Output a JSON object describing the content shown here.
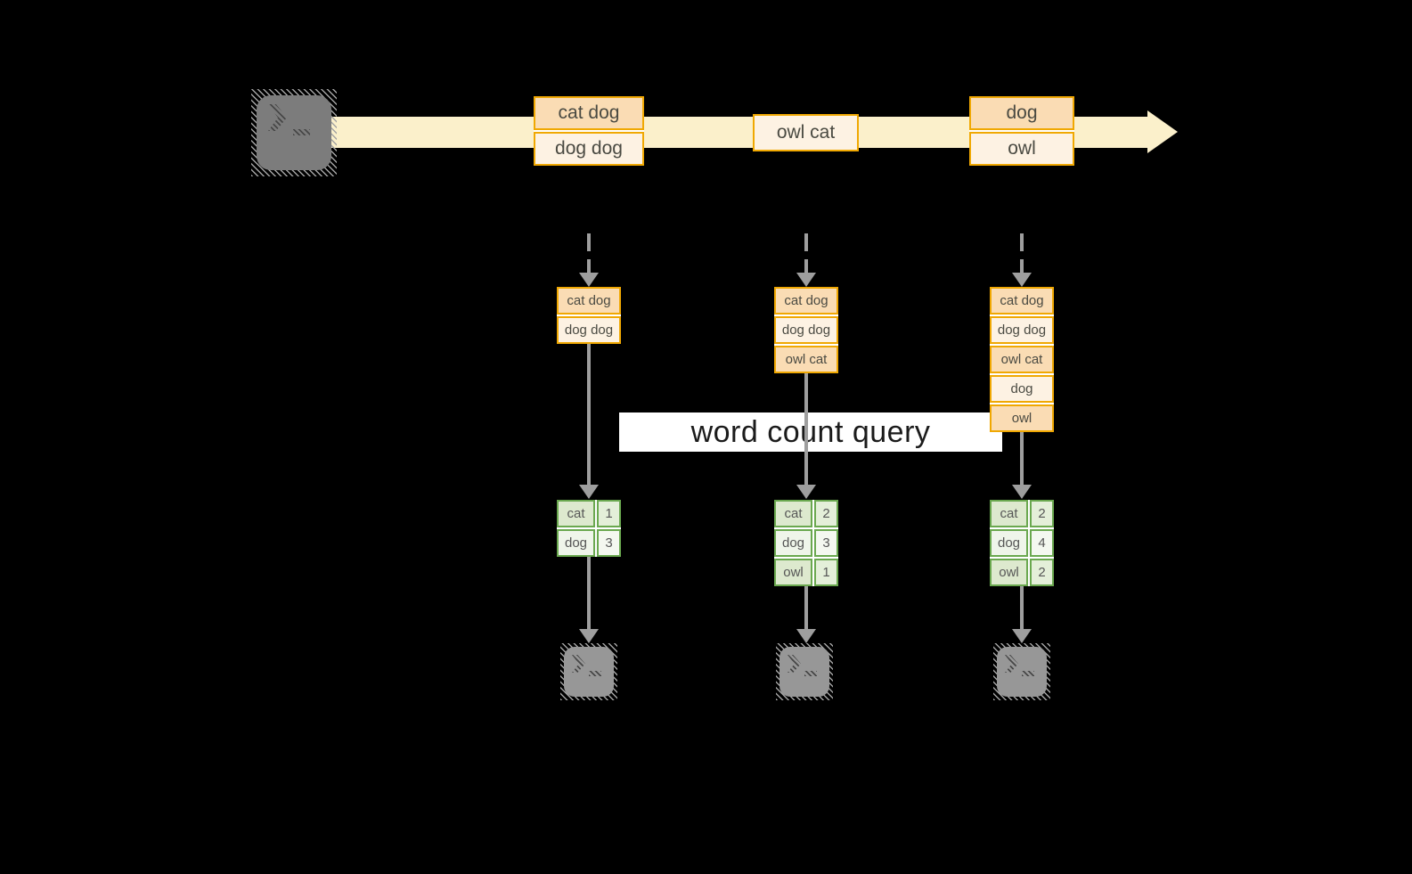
{
  "banner": {
    "label": "word count query"
  },
  "colors": {
    "accent-orange": "#F0A802",
    "peach": "#FADCB4",
    "cream": "#FDF2E3",
    "stream": "#FBF0CB",
    "green-border": "#6AA84F",
    "green-cell": "#DDE9CE",
    "green-cell-light": "#EFF5EA",
    "arrow-gray": "#9E9E9E",
    "banner-bg": "#FFFFFF",
    "banner-text": "#1B1B1B"
  },
  "icons": {
    "source": "terminal-icon",
    "sinks": [
      "terminal-icon",
      "terminal-icon",
      "terminal-icon"
    ]
  },
  "stream": {
    "groups": [
      {
        "rows": [
          "cat dog",
          "dog dog"
        ]
      },
      {
        "rows": [
          "owl cat"
        ]
      },
      {
        "rows": [
          "dog",
          "owl"
        ]
      }
    ]
  },
  "columns": [
    {
      "buffer": [
        "cat dog",
        "dog dog"
      ],
      "counts": [
        {
          "word": "cat",
          "count": "1"
        },
        {
          "word": "dog",
          "count": "3"
        }
      ]
    },
    {
      "buffer": [
        "cat dog",
        "dog dog",
        "owl cat"
      ],
      "counts": [
        {
          "word": "cat",
          "count": "2"
        },
        {
          "word": "dog",
          "count": "3"
        },
        {
          "word": "owl",
          "count": "1"
        }
      ]
    },
    {
      "buffer": [
        "cat dog",
        "dog dog",
        "owl cat",
        "dog",
        "owl"
      ],
      "counts": [
        {
          "word": "cat",
          "count": "2"
        },
        {
          "word": "dog",
          "count": "4"
        },
        {
          "word": "owl",
          "count": "2"
        }
      ]
    }
  ]
}
